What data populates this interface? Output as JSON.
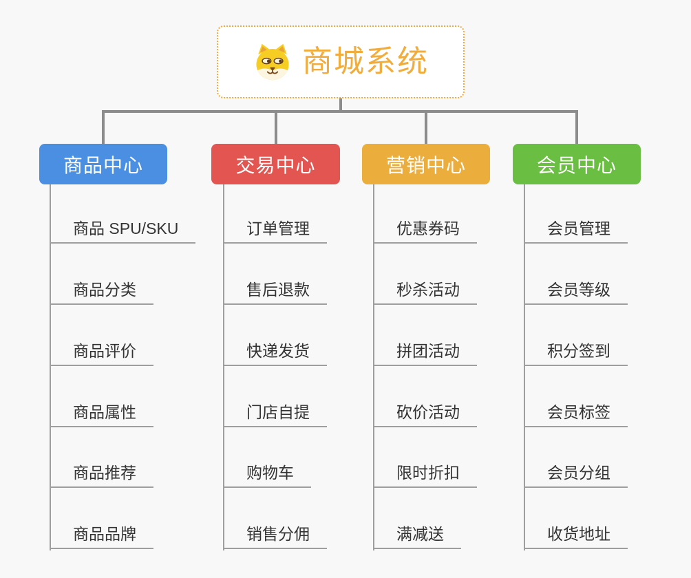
{
  "root": {
    "title": "商城系统",
    "icon": "shiba-dog-icon",
    "text_color": "#f0ac3c",
    "border_color": "#f2a93b"
  },
  "branches": [
    {
      "label": "商品中心",
      "color": "#4a8fe2",
      "children": [
        "商品 SPU/SKU",
        "商品分类",
        "商品评价",
        "商品属性",
        "商品推荐",
        "商品品牌"
      ]
    },
    {
      "label": "交易中心",
      "color": "#e25550",
      "children": [
        "订单管理",
        "售后退款",
        "快递发货",
        "门店自提",
        "购物车",
        "销售分佣"
      ]
    },
    {
      "label": "营销中心",
      "color": "#ebad3c",
      "children": [
        "优惠券码",
        "秒杀活动",
        "拼团活动",
        "砍价活动",
        "限时折扣",
        "满减送"
      ]
    },
    {
      "label": "会员中心",
      "color": "#6abe41",
      "children": [
        "会员管理",
        "会员等级",
        "积分签到",
        "会员标签",
        "会员分组",
        "收货地址"
      ]
    }
  ],
  "colors": {
    "background": "#f8f8f8",
    "connector": "#8c8c8c",
    "underline": "#9e9e9e",
    "child_text": "#333333"
  }
}
